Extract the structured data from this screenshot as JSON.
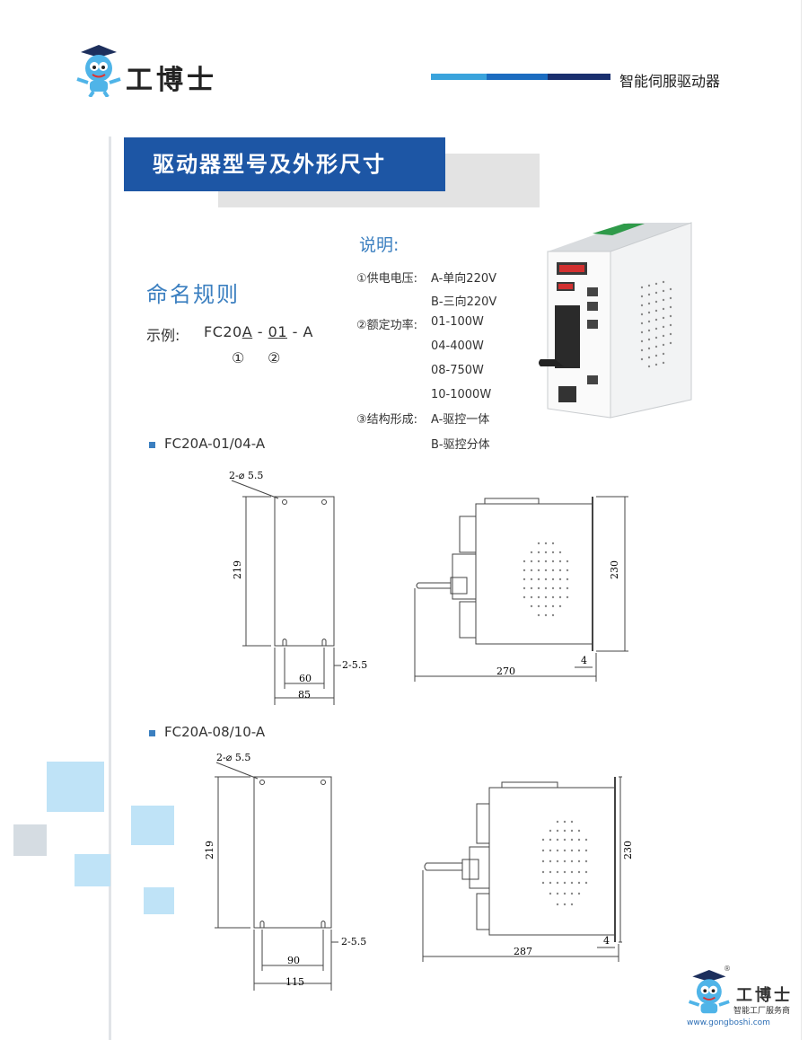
{
  "header": {
    "brand": "工博士",
    "product_line": "智能伺服驱动器",
    "bar_colors": [
      "#3aa3dc",
      "#1b6cc0",
      "#1a2f6e"
    ]
  },
  "banner": {
    "title": "驱动器型号及外形尺寸"
  },
  "naming": {
    "title": "命名规则",
    "example_label": "示例:",
    "code_prefix": "FC20",
    "code_part1": "A",
    "code_sep1": " - ",
    "code_part2": "01",
    "code_sep2": " - A",
    "marker1": "①",
    "marker2": "②"
  },
  "description": {
    "title": "说明:",
    "rows": [
      {
        "label": "①供电电压:",
        "value": "A-单向220V"
      },
      {
        "label": "",
        "value": "B-三向220V"
      },
      {
        "label": "②额定功率:",
        "value": "01-100W"
      },
      {
        "label": "",
        "value": "04-400W"
      },
      {
        "label": "",
        "value": "08-750W"
      },
      {
        "label": "",
        "value": "10-1000W"
      },
      {
        "label": "③结构形成:",
        "value": "A-驱控一体"
      },
      {
        "label": "",
        "value": "B-驱控分体"
      }
    ]
  },
  "models": [
    {
      "label": "FC20A-01/04-A",
      "dims": {
        "hole": "2-⌀ 5.5",
        "height": "219",
        "slot": "2-5.5",
        "inner_width": "60",
        "outer_width": "85",
        "depth": "270",
        "side_height": "230",
        "flange": "4"
      }
    },
    {
      "label": "FC20A-08/10-A",
      "dims": {
        "hole": "2-⌀ 5.5",
        "height": "219",
        "slot": "2-5.5",
        "inner_width": "90",
        "outer_width": "115",
        "depth": "287",
        "side_height": "230",
        "flange": "4"
      }
    }
  ],
  "footer_logo": {
    "brand": "工博士",
    "subtitle": "智能工厂服务商",
    "url": "www.gongboshi.com",
    "registered": "®"
  },
  "colors": {
    "accent": "#1d56a5",
    "title_blue": "#3b7fc0",
    "deco_light": "#bfe3f7",
    "deco_grey": "#d5dce2"
  }
}
